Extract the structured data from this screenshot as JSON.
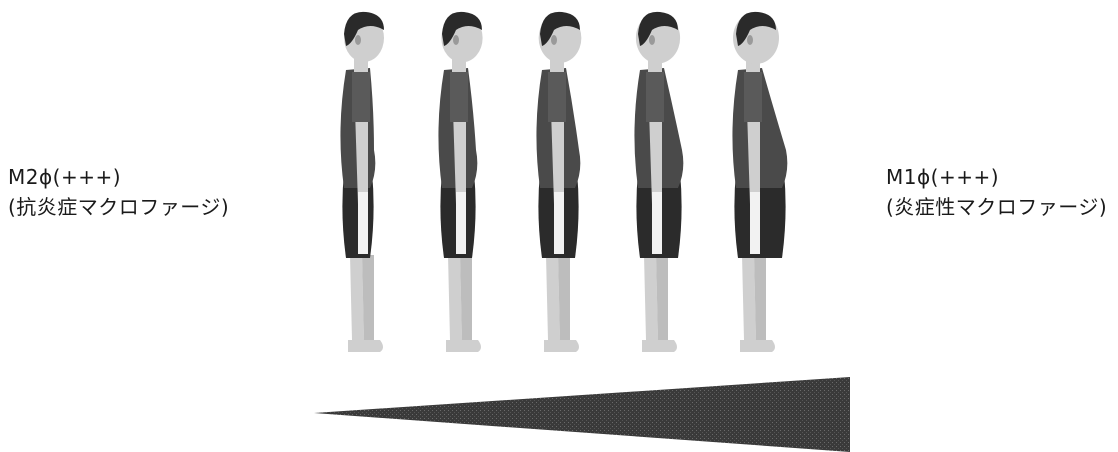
{
  "left_label": {
    "line1": "M2ϕ(+++)",
    "line2": "(抗炎症マクロファージ)"
  },
  "right_label": {
    "line1": "M1ϕ(+++)",
    "line2": "(炎症性マクロファージ)"
  },
  "figures": [
    {
      "id": "figure-1",
      "belly": 0.0
    },
    {
      "id": "figure-2",
      "belly": 0.2
    },
    {
      "id": "figure-3",
      "belly": 0.45
    },
    {
      "id": "figure-4",
      "belly": 0.7
    },
    {
      "id": "figure-5",
      "belly": 1.0
    }
  ],
  "colors": {
    "shirt": "#4a4a4a",
    "shorts": "#2b2b2b",
    "skin": "#cfcfcf",
    "hair": "#2a2a2a",
    "wedge": "#3a3a3a",
    "text": "#1a1a1a"
  }
}
